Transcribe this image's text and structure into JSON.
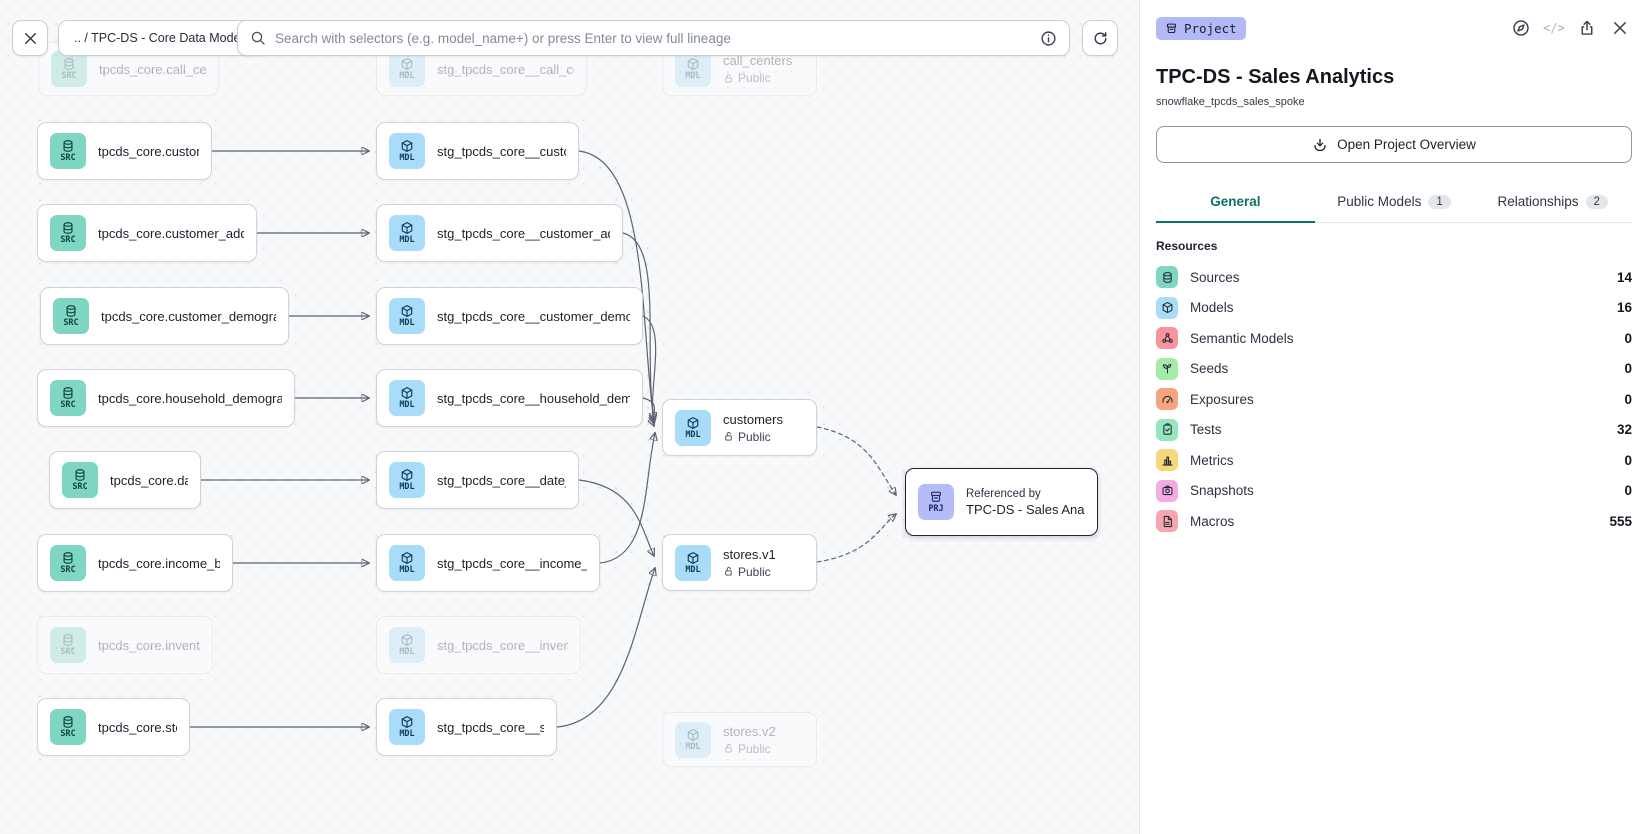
{
  "header": {
    "breadcrumb": ".. / TPC-DS - Core Data Models",
    "search_placeholder": "Search with selectors (e.g. model_name+) or press Enter to view full lineage"
  },
  "graph": {
    "nodes": [
      {
        "badge": "SRC",
        "label": "tpcds_core.call_center",
        "faded": true
      },
      {
        "badge": "SRC",
        "label": "tpcds_core.customer"
      },
      {
        "badge": "SRC",
        "label": "tpcds_core.customer_address"
      },
      {
        "badge": "SRC",
        "label": "tpcds_core.customer_demographics"
      },
      {
        "badge": "SRC",
        "label": "tpcds_core.household_demographics"
      },
      {
        "badge": "SRC",
        "label": "tpcds_core.date_dim"
      },
      {
        "badge": "SRC",
        "label": "tpcds_core.income_band"
      },
      {
        "badge": "SRC",
        "label": "tpcds_core.inventory",
        "faded": true
      },
      {
        "badge": "SRC",
        "label": "tpcds_core.store"
      },
      {
        "badge": "MDL",
        "label": "stg_tpcds_core__call_center",
        "faded": true
      },
      {
        "badge": "MDL",
        "label": "stg_tpcds_core__customer"
      },
      {
        "badge": "MDL",
        "label": "stg_tpcds_core__customer_address"
      },
      {
        "badge": "MDL",
        "label": "stg_tpcds_core__customer_demogra…"
      },
      {
        "badge": "MDL",
        "label": "stg_tpcds_core__household_demogr…"
      },
      {
        "badge": "MDL",
        "label": "stg_tpcds_core__date_dim"
      },
      {
        "badge": "MDL",
        "label": "stg_tpcds_core__income_band"
      },
      {
        "badge": "MDL",
        "label": "stg_tpcds_core__inventory",
        "faded": true
      },
      {
        "badge": "MDL",
        "label": "stg_tpcds_core__store"
      },
      {
        "badge": "MDL",
        "label": "call_centers",
        "sub": "Public",
        "faded": true
      },
      {
        "badge": "MDL",
        "label": "customers",
        "sub": "Public"
      },
      {
        "badge": "MDL",
        "label": "stores.v1",
        "sub": "Public"
      },
      {
        "badge": "MDL",
        "label": "stores.v2",
        "sub": "Public",
        "faded": true
      },
      {
        "badge": "PRJ",
        "title2": "Referenced by",
        "label": "TPC-DS - Sales Analytics",
        "selected": true
      }
    ],
    "edges": [
      {
        "from": "tpcds_core.customer",
        "to": "stg_tpcds_core__customer",
        "style": "solid"
      },
      {
        "from": "tpcds_core.customer_address",
        "to": "stg_tpcds_core__customer_address",
        "style": "solid"
      },
      {
        "from": "tpcds_core.customer_demographics",
        "to": "stg_tpcds_core__customer_demographics",
        "style": "solid"
      },
      {
        "from": "tpcds_core.household_demographics",
        "to": "stg_tpcds_core__household_demographics",
        "style": "solid"
      },
      {
        "from": "tpcds_core.date_dim",
        "to": "stg_tpcds_core__date_dim",
        "style": "solid"
      },
      {
        "from": "tpcds_core.income_band",
        "to": "stg_tpcds_core__income_band",
        "style": "solid"
      },
      {
        "from": "tpcds_core.store",
        "to": "stg_tpcds_core__store",
        "style": "solid"
      },
      {
        "from": "stg_tpcds_core__customer",
        "to": "customers",
        "style": "solid"
      },
      {
        "from": "stg_tpcds_core__customer_address",
        "to": "customers",
        "style": "solid"
      },
      {
        "from": "stg_tpcds_core__customer_demographics",
        "to": "customers",
        "style": "solid"
      },
      {
        "from": "stg_tpcds_core__household_demographics",
        "to": "customers",
        "style": "solid"
      },
      {
        "from": "stg_tpcds_core__income_band",
        "to": "customers",
        "style": "solid"
      },
      {
        "from": "stg_tpcds_core__date_dim",
        "to": "stores.v1",
        "style": "solid"
      },
      {
        "from": "stg_tpcds_core__store",
        "to": "stores.v1",
        "style": "solid"
      },
      {
        "from": "customers",
        "to": "TPC-DS - Sales Analytics",
        "style": "dashed"
      },
      {
        "from": "stores.v1",
        "to": "TPC-DS - Sales Analytics",
        "style": "dashed"
      }
    ]
  },
  "panel": {
    "badge": "Project",
    "title": "TPC-DS - Sales Analytics",
    "subtitle": "snowflake_tpcds_sales_spoke",
    "overview_button": "Open Project Overview",
    "code_glyph": "</>",
    "tabs": [
      {
        "label": "General",
        "active": true
      },
      {
        "label": "Public Models",
        "badge": "1"
      },
      {
        "label": "Relationships",
        "badge": "2"
      }
    ],
    "resources_heading": "Resources",
    "resources": [
      {
        "label": "Sources",
        "count": "14",
        "icon": "database-icon",
        "color": "#7fd6c3"
      },
      {
        "label": "Models",
        "count": "16",
        "icon": "cube-icon",
        "color": "#a9dcf8"
      },
      {
        "label": "Semantic Models",
        "count": "0",
        "icon": "semantic-graph-icon",
        "color": "#f9939e"
      },
      {
        "label": "Seeds",
        "count": "0",
        "icon": "seedling-icon",
        "color": "#a5eba7"
      },
      {
        "label": "Exposures",
        "count": "0",
        "icon": "gauge-icon",
        "color": "#f8a57f"
      },
      {
        "label": "Tests",
        "count": "32",
        "icon": "clipboard-check-icon",
        "color": "#96e6bd"
      },
      {
        "label": "Metrics",
        "count": "0",
        "icon": "bar-chart-icon",
        "color": "#f7d77d"
      },
      {
        "label": "Snapshots",
        "count": "0",
        "icon": "camera-icon",
        "color": "#f3abe3"
      },
      {
        "label": "Macros",
        "count": "555",
        "icon": "file-icon",
        "color": "#f7a6b0"
      }
    ]
  }
}
